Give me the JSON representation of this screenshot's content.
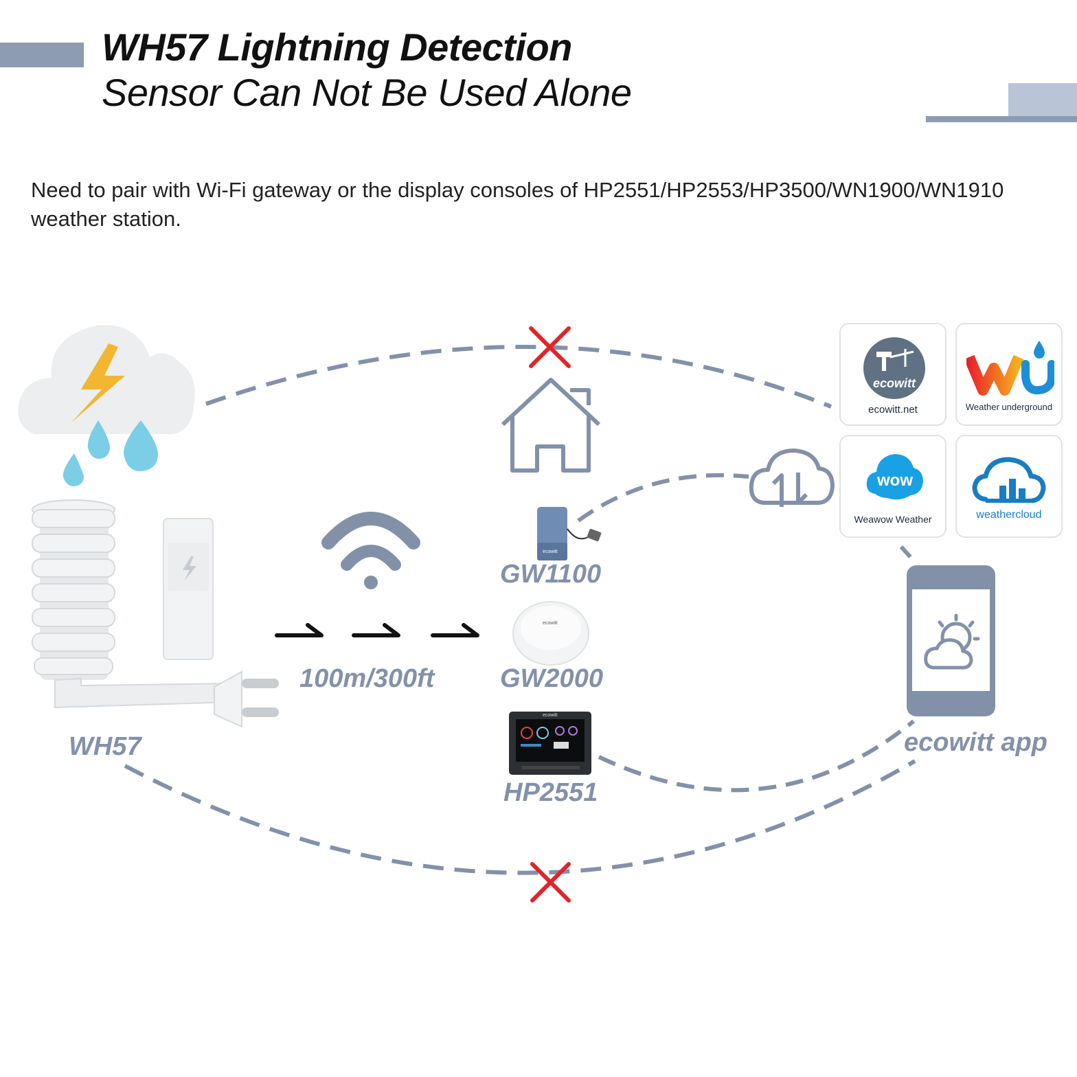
{
  "title": {
    "line1": "WH57 Lightning Detection",
    "line2": "Sensor Can Not Be Used Alone"
  },
  "description": "Need to pair with Wi-Fi gateway or the display consoles of HP2551/HP2553/HP3500/WN1900/WN1910 weather station.",
  "colors": {
    "accent": "#8391a8",
    "cross": "#e0252a",
    "text": "#222222"
  },
  "sensor": {
    "label": "WH57"
  },
  "range": {
    "label": "100m/300ft"
  },
  "devices": [
    {
      "label": "GW1100",
      "brand": "ecowitt"
    },
    {
      "label": "GW2000",
      "brand": "ecowitt"
    },
    {
      "label": "HP2551",
      "brand": "ecowitt"
    }
  ],
  "services": [
    {
      "name": "ecowitt.net",
      "logo_text": "ecowitt",
      "icon": "ecowitt-logo-icon"
    },
    {
      "name": "Weather underground",
      "icon": "wunderground-logo-icon"
    },
    {
      "name": "Weawow Weather",
      "logo_text": "wow",
      "icon": "weawow-logo-icon"
    },
    {
      "name": "weathercloud",
      "icon": "weathercloud-logo-icon"
    }
  ],
  "app": {
    "label": "ecowitt app",
    "icon": "weather-app-icon"
  },
  "icons": [
    "storm-cloud-icon",
    "house-icon",
    "wifi-icon",
    "cloud-sync-icon",
    "cross-icon",
    "arrow-icon",
    "phone-icon"
  ]
}
